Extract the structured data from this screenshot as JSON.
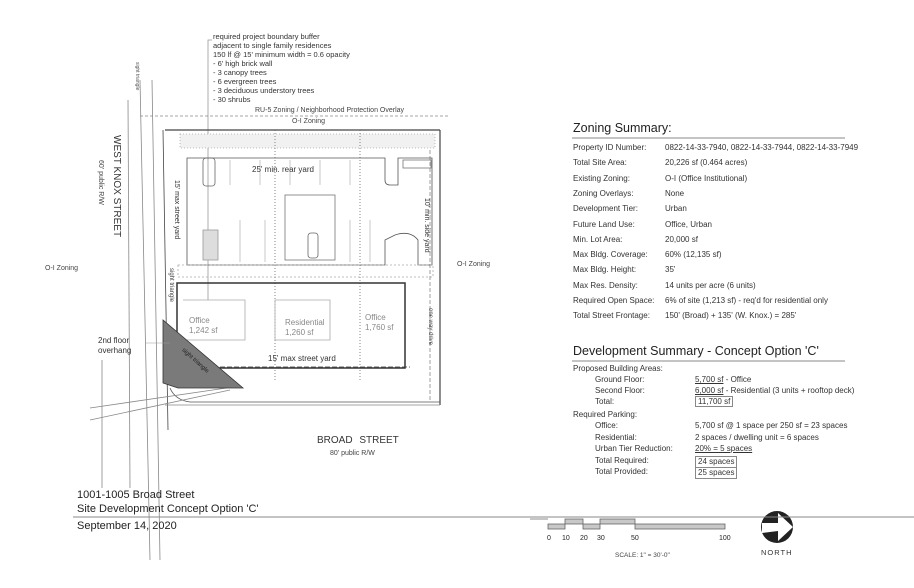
{
  "buffer_note": {
    "lines": [
      "required project boundary buffer",
      "adjacent to single family residences",
      "150 lf @ 15' minimum width = 0.6 opacity",
      " - 6' high brick wall",
      " - 3 canopy trees",
      " - 6 evergreen trees",
      " - 3 deciduous understory trees",
      " - 30 shrubs"
    ]
  },
  "plan_labels": {
    "north_zoning": "RU-5 Zoning / Neighborhood Protection Overlay",
    "north_oi": "O-I Zoning",
    "west_oi": "O-I Zoning",
    "east_oi": "O-I Zoning",
    "west_street": "WEST KNOX STREET",
    "west_row": "60' public R/W",
    "south_street": "BROAD STREET",
    "south_row": "80' public R/W",
    "rear_yard": "25' min. rear yard",
    "side_yard": "10' min. side yard",
    "west_street_yard": "15' max street yard",
    "south_street_yard": "15' max street yard",
    "sight_triangle_1": "sight triangle",
    "sight_triangle_2": "sight triangle",
    "sight_triangle_3": "sight triangle",
    "one_way": "one way drive",
    "overhang": [
      "2nd floor",
      "overhang"
    ],
    "units": [
      {
        "name": "Office",
        "area": "1,242 sf"
      },
      {
        "name": "Residential",
        "area": "1,260 sf"
      },
      {
        "name": "Office",
        "area": "1,760 sf"
      }
    ]
  },
  "zoning_summary": {
    "title": "Zoning Summary:",
    "rows": [
      {
        "label": "Property ID Number:",
        "value": "0822-14-33-7940, 0822-14-33-7944, 0822-14-33-7949"
      },
      {
        "label": "Total Site Area:",
        "value": "20,226 sf (0.464 acres)"
      },
      {
        "label": "Existing Zoning:",
        "value": "O-I (Office Institutional)"
      },
      {
        "label": "Zoning Overlays:",
        "value": "None"
      },
      {
        "label": "Development Tier:",
        "value": "Urban"
      },
      {
        "label": "Future Land Use:",
        "value": "Office, Urban"
      },
      {
        "label": "Min. Lot Area:",
        "value": "20,000 sf"
      },
      {
        "label": "Max Bldg. Coverage:",
        "value": "60% (12,135 sf)"
      },
      {
        "label": "Max Bldg. Height:",
        "value": "35'"
      },
      {
        "label": "Max Res. Density:",
        "value": "14 units per acre (6 units)"
      },
      {
        "label": "Required Open Space:",
        "value": "6% of site (1,213 sf) - req'd for residential only"
      },
      {
        "label": "Total Street Frontage:",
        "value": "150' (Broad) + 135' (W. Knox.) = 285'"
      }
    ]
  },
  "development_summary": {
    "title": "Development Summary - Concept Option 'C'",
    "building_heading": "Proposed Building Areas:",
    "building_rows": [
      {
        "label": "Ground Floor:",
        "value": "5,700 sf",
        "note": " - Office"
      },
      {
        "label": "Second Floor:",
        "value": "6,000 sf",
        "note": " - Residential (3 units + rooftop deck)"
      },
      {
        "label": "Total:",
        "value": "11,700 sf",
        "note": ""
      }
    ],
    "parking_heading": "Required Parking:",
    "parking_rows": [
      {
        "label": "Office:",
        "value": "5,700 sf @ 1 space per 250 sf = 23 spaces"
      },
      {
        "label": "Residential:",
        "value": "2 spaces / dwelling unit = 6 spaces"
      },
      {
        "label": "Urban Tier Reduction:",
        "value": "20% = 5 spaces"
      },
      {
        "label": "Total Required:",
        "value": "24 spaces"
      },
      {
        "label": "Total Provided:",
        "value": "25 spaces"
      }
    ]
  },
  "title_block": {
    "address": "1001-1005 Broad Street",
    "subtitle": "Site Development Concept Option 'C'",
    "date": "September 14, 2020"
  },
  "scale": {
    "ticks": [
      "0",
      "10",
      "20",
      "30",
      "50",
      "100"
    ],
    "label": "SCALE: 1\" = 30'-0\""
  },
  "north_label": "NORTH",
  "colors": {
    "line": "#555555",
    "shade": "#7a7a7a",
    "bar": "#c8c8c8"
  }
}
